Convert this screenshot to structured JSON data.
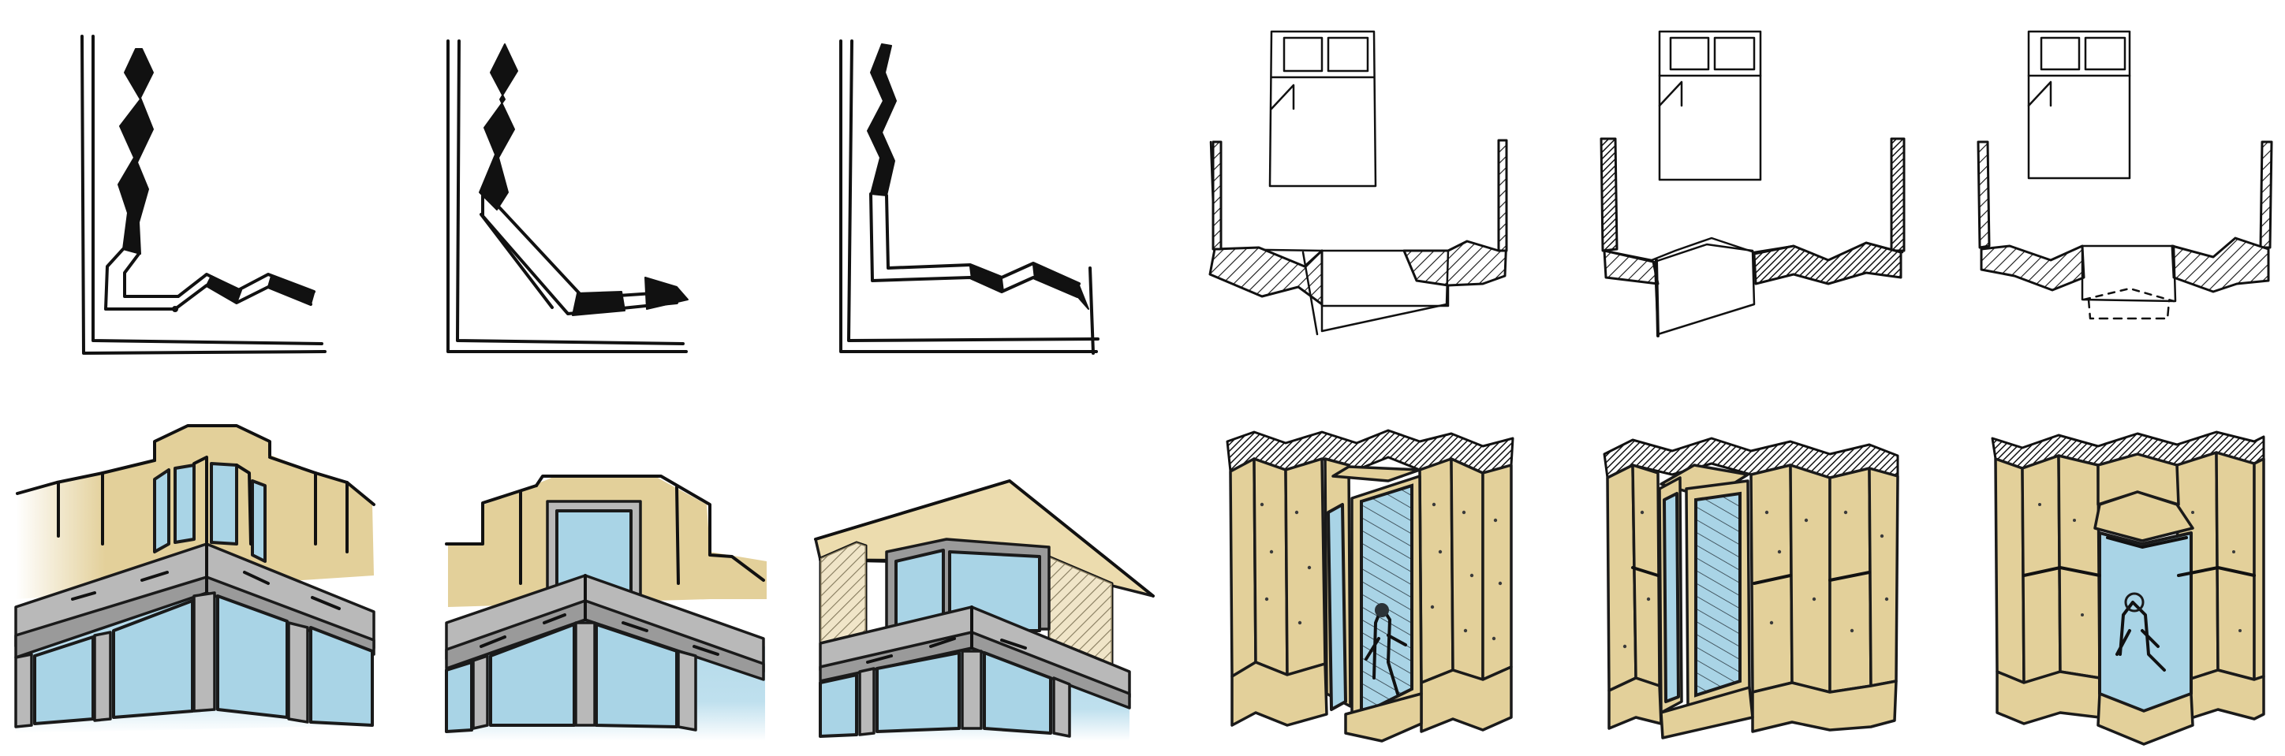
{
  "colors": {
    "tan": "#e3d09a",
    "tan_light": "#ecdcae",
    "glass": "#a9d4e6",
    "frame": "#b9b9b9",
    "frame_dark": "#9a9a9a",
    "ink": "#111111"
  },
  "sketches": {
    "top_row": [
      {
        "kind": "plan-corner-zigzag",
        "variant": "diagonal-corner"
      },
      {
        "kind": "plan-corner-zigzag",
        "variant": "long-diagonal-corner"
      },
      {
        "kind": "plan-corner-zigzag",
        "variant": "square-corner"
      },
      {
        "kind": "plan-bedroom-bay",
        "variant": "bay-open"
      },
      {
        "kind": "plan-bedroom-bay",
        "variant": "bay-shaded"
      },
      {
        "kind": "plan-bedroom-bay",
        "variant": "bay-light"
      }
    ],
    "bottom_row": [
      {
        "kind": "perspective-corner-dormer",
        "variant": "tall-windows"
      },
      {
        "kind": "perspective-corner-dormer",
        "variant": "single-window"
      },
      {
        "kind": "perspective-corner-dormer",
        "variant": "hipped-roof"
      },
      {
        "kind": "perspective-folded-facade",
        "variant": "open-bay-figure"
      },
      {
        "kind": "perspective-folded-facade",
        "variant": "two-pane-bay"
      },
      {
        "kind": "perspective-folded-facade",
        "variant": "hood-bay-figure"
      }
    ]
  }
}
